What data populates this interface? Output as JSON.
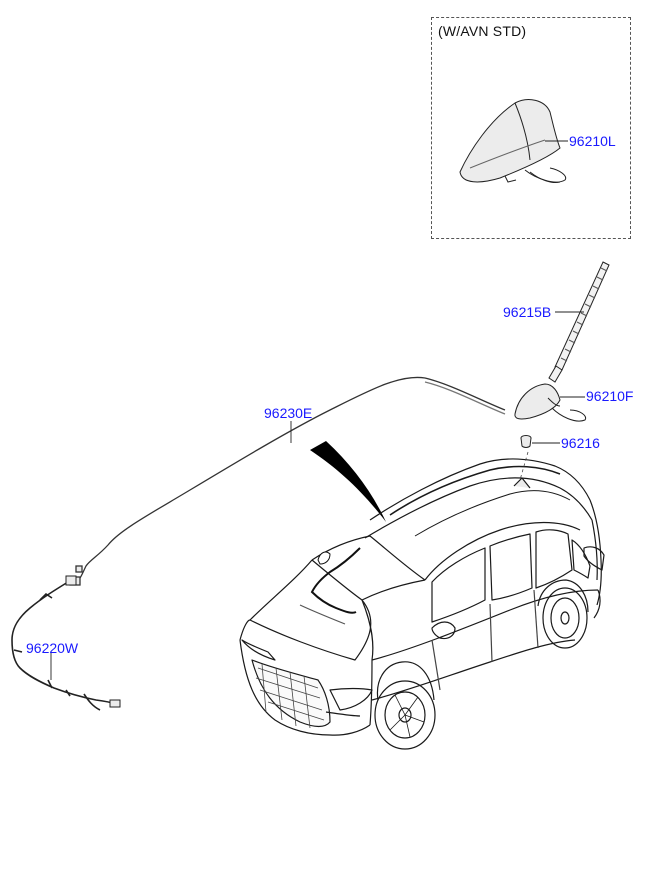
{
  "colors": {
    "callout": "#1a1aff",
    "line": "#222222",
    "part_fill": "#ececec",
    "box_border": "#555555"
  },
  "variant_box": {
    "label": "(W/AVN STD)"
  },
  "callouts": {
    "p96210L": "96210L",
    "p96215B": "96215B",
    "p96210F": "96210F",
    "p96216": "96216",
    "p96230E": "96230E",
    "p96220W": "96220W"
  }
}
